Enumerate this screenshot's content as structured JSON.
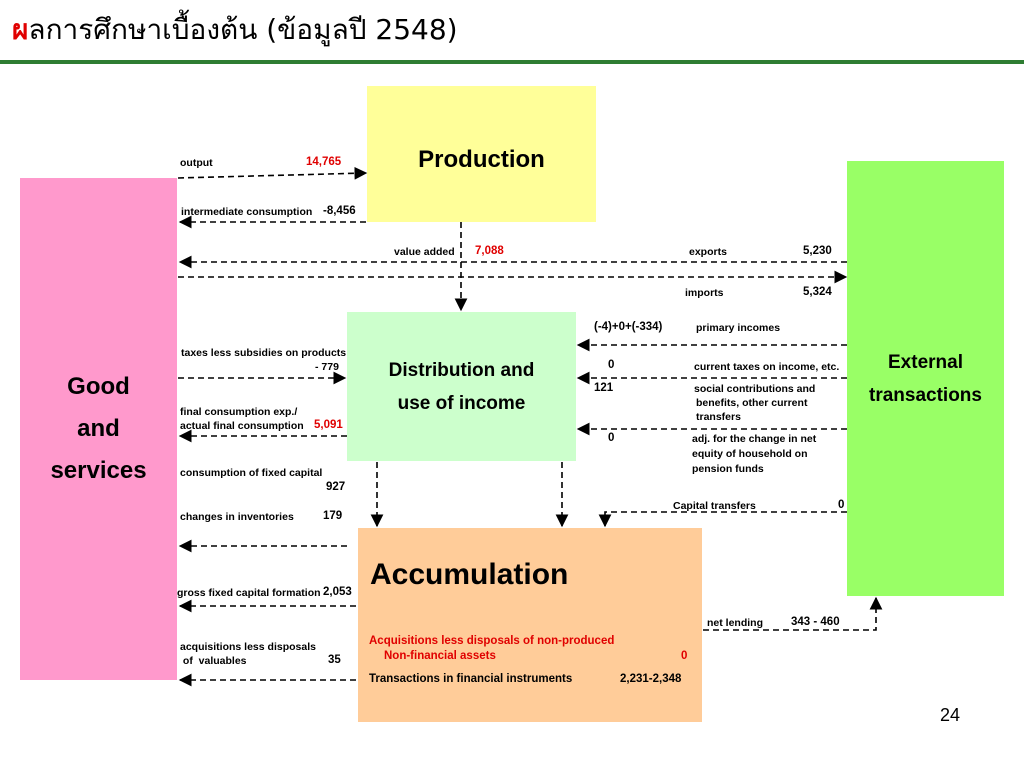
{
  "title": {
    "accent": "ผ",
    "text": "ลการศึกษาเบื้องต้น (ข้อมูลปี 2548)"
  },
  "boxes": {
    "good_line1": "Good",
    "good_line2": "and",
    "good_line3": "services",
    "production": "Production",
    "distribution_line1": "Distribution and",
    "distribution_line2": "use of income",
    "external_line1": "External",
    "external_line2": "transactions",
    "accumulation": "Accumulation"
  },
  "flows": {
    "output_label": "output",
    "output_value": "14,765",
    "intermediate_label": "intermediate consumption",
    "intermediate_value": "-8,456",
    "value_added_label": "value added",
    "value_added_value": "7,088",
    "exports_label": "exports",
    "exports_value": "5,230",
    "imports_label": "imports",
    "imports_value": "5,324",
    "primary_value": "(-4)+0+(-334)",
    "primary_label": "primary incomes",
    "taxes_label": "taxes less subsidies on products",
    "taxes_value": "- 779",
    "current_taxes_value": "0",
    "current_taxes_label": "current taxes on income, etc.",
    "social_value": "121",
    "social_label_1": "social contributions and",
    "social_label_2": "benefits, other current",
    "social_label_3": "transfers",
    "final_label_1": "final consumption exp./",
    "final_label_2": "actual final consumption",
    "final_value": "5,091",
    "adj_value": "0",
    "adj_label_1": "adj. for the change in net",
    "adj_label_2": "equity of household on",
    "adj_label_3": "pension funds",
    "fixed_capital_label": "consumption of fixed  capital",
    "fixed_capital_value": "927",
    "capital_transfers_label": "Capital transfers",
    "capital_transfers_value": "0",
    "inventories_label": "changes in inventories",
    "inventories_value": "179",
    "gfcf_label": "gross fixed capital formation",
    "gfcf_value": "2,053",
    "net_lending_label": "net lending",
    "net_lending_value": "343 - 460",
    "valuables_label_1": "acquisitions less disposals",
    "valuables_label_2": " of  valuables",
    "valuables_value": "35"
  },
  "accumulation": {
    "nonproduced_label_1": "Acquisitions less disposals of non-produced",
    "nonproduced_label_2": "Non-financial assets",
    "nonproduced_value": "0",
    "financial_label": "Transactions in financial instruments",
    "financial_value": "2,231-2,348"
  },
  "page_number": "24",
  "colors": {
    "accent_red": "#e00000",
    "rule_green": "#2e7d32",
    "good": "#ff99cc",
    "production": "#ffff99",
    "distribution": "#ccffcc",
    "external": "#99ff66",
    "accumulation": "#ffcc99"
  }
}
